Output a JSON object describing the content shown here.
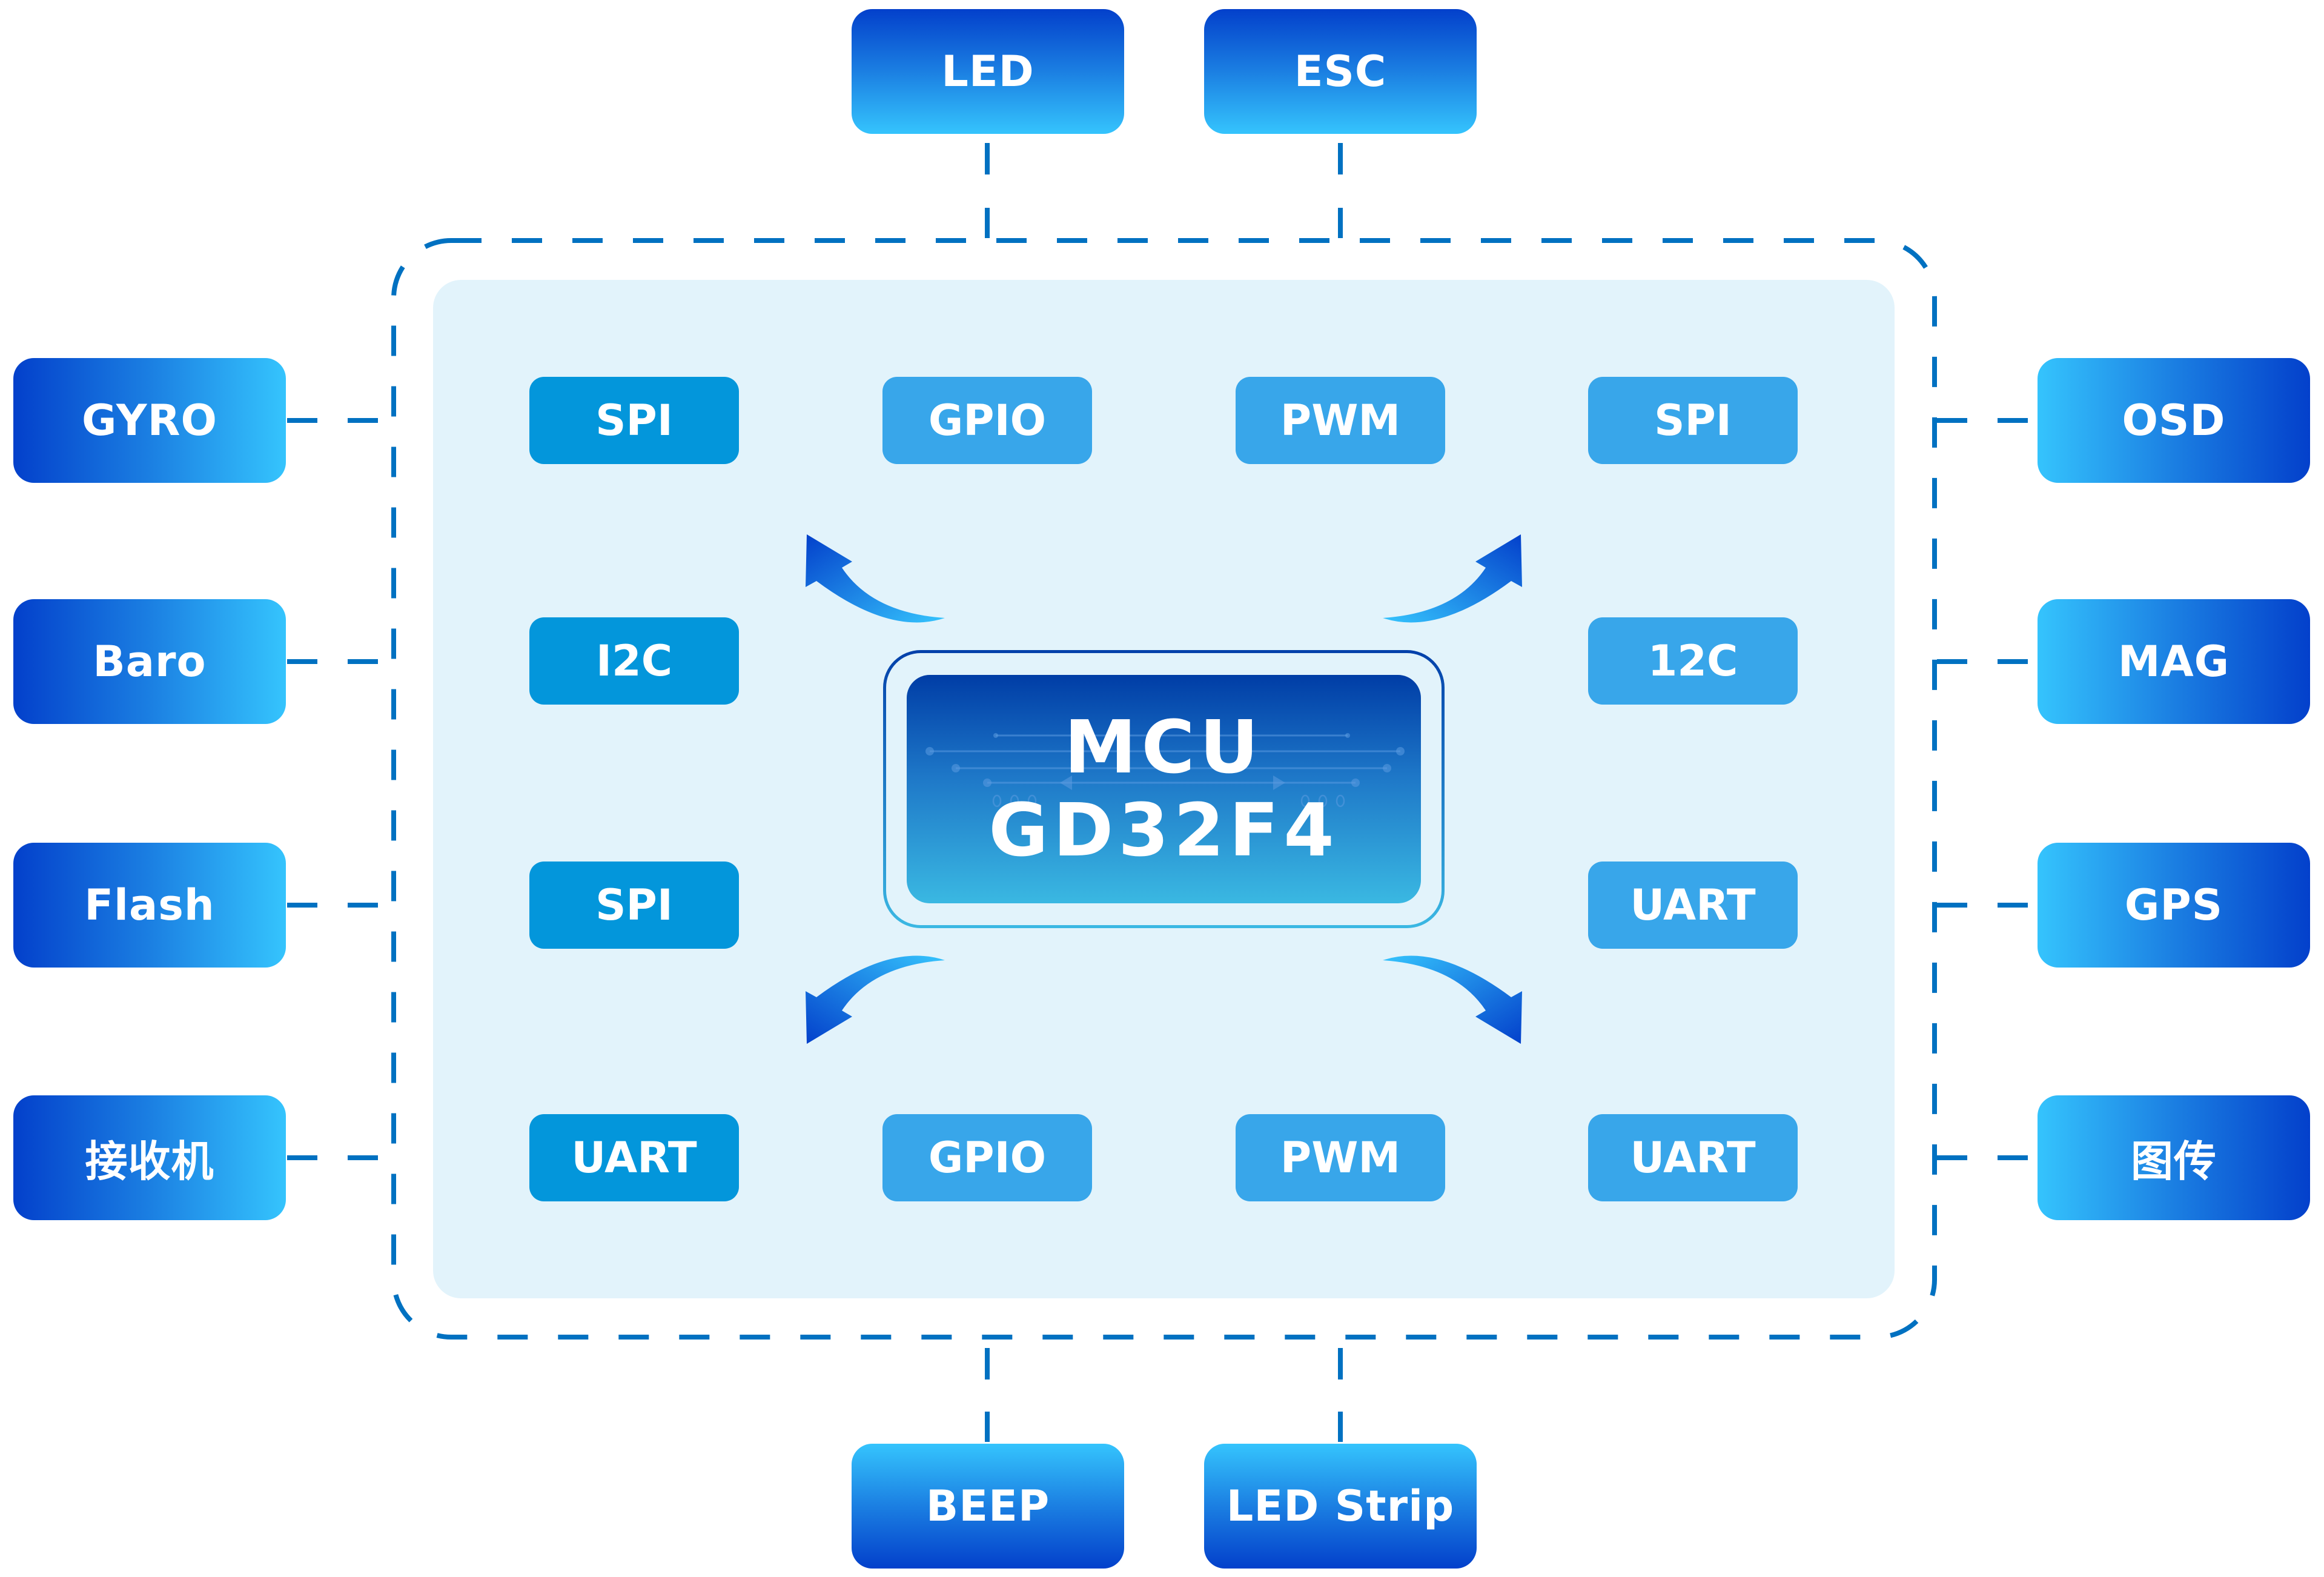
{
  "diagram": {
    "title_hidden": "",
    "mcu": {
      "label": "MCU",
      "model": "GD32F4"
    },
    "peripherals": {
      "top": [
        {
          "label": "LED"
        },
        {
          "label": "ESC"
        }
      ],
      "bottom": [
        {
          "label": "BEEP"
        },
        {
          "label": "LED Strip"
        }
      ],
      "left": [
        {
          "label": "GYRO"
        },
        {
          "label": "Baro"
        },
        {
          "label": "Flash"
        },
        {
          "label": "接收机"
        }
      ],
      "right": [
        {
          "label": "OSD"
        },
        {
          "label": "MAG"
        },
        {
          "label": "GPS"
        },
        {
          "label": "图传"
        }
      ]
    },
    "interfaces": {
      "row1": [
        {
          "label": "SPI"
        },
        {
          "label": "GPIO"
        },
        {
          "label": "PWM"
        },
        {
          "label": "SPI"
        }
      ],
      "row2": [
        {
          "label": "I2C"
        },
        {
          "label": "12C"
        }
      ],
      "row3": [
        {
          "label": "SPI"
        },
        {
          "label": "UART"
        }
      ],
      "row4": [
        {
          "label": "UART"
        },
        {
          "label": "GPIO"
        },
        {
          "label": "PWM"
        },
        {
          "label": "UART"
        }
      ]
    },
    "colors": {
      "connector": "#0071C1",
      "panel": "#E2F3FB",
      "chip_dark": "#0396DB",
      "chip_light": "#38A6EA",
      "gradient_dark": "#0340CB",
      "gradient_light": "#35C4FD"
    }
  }
}
